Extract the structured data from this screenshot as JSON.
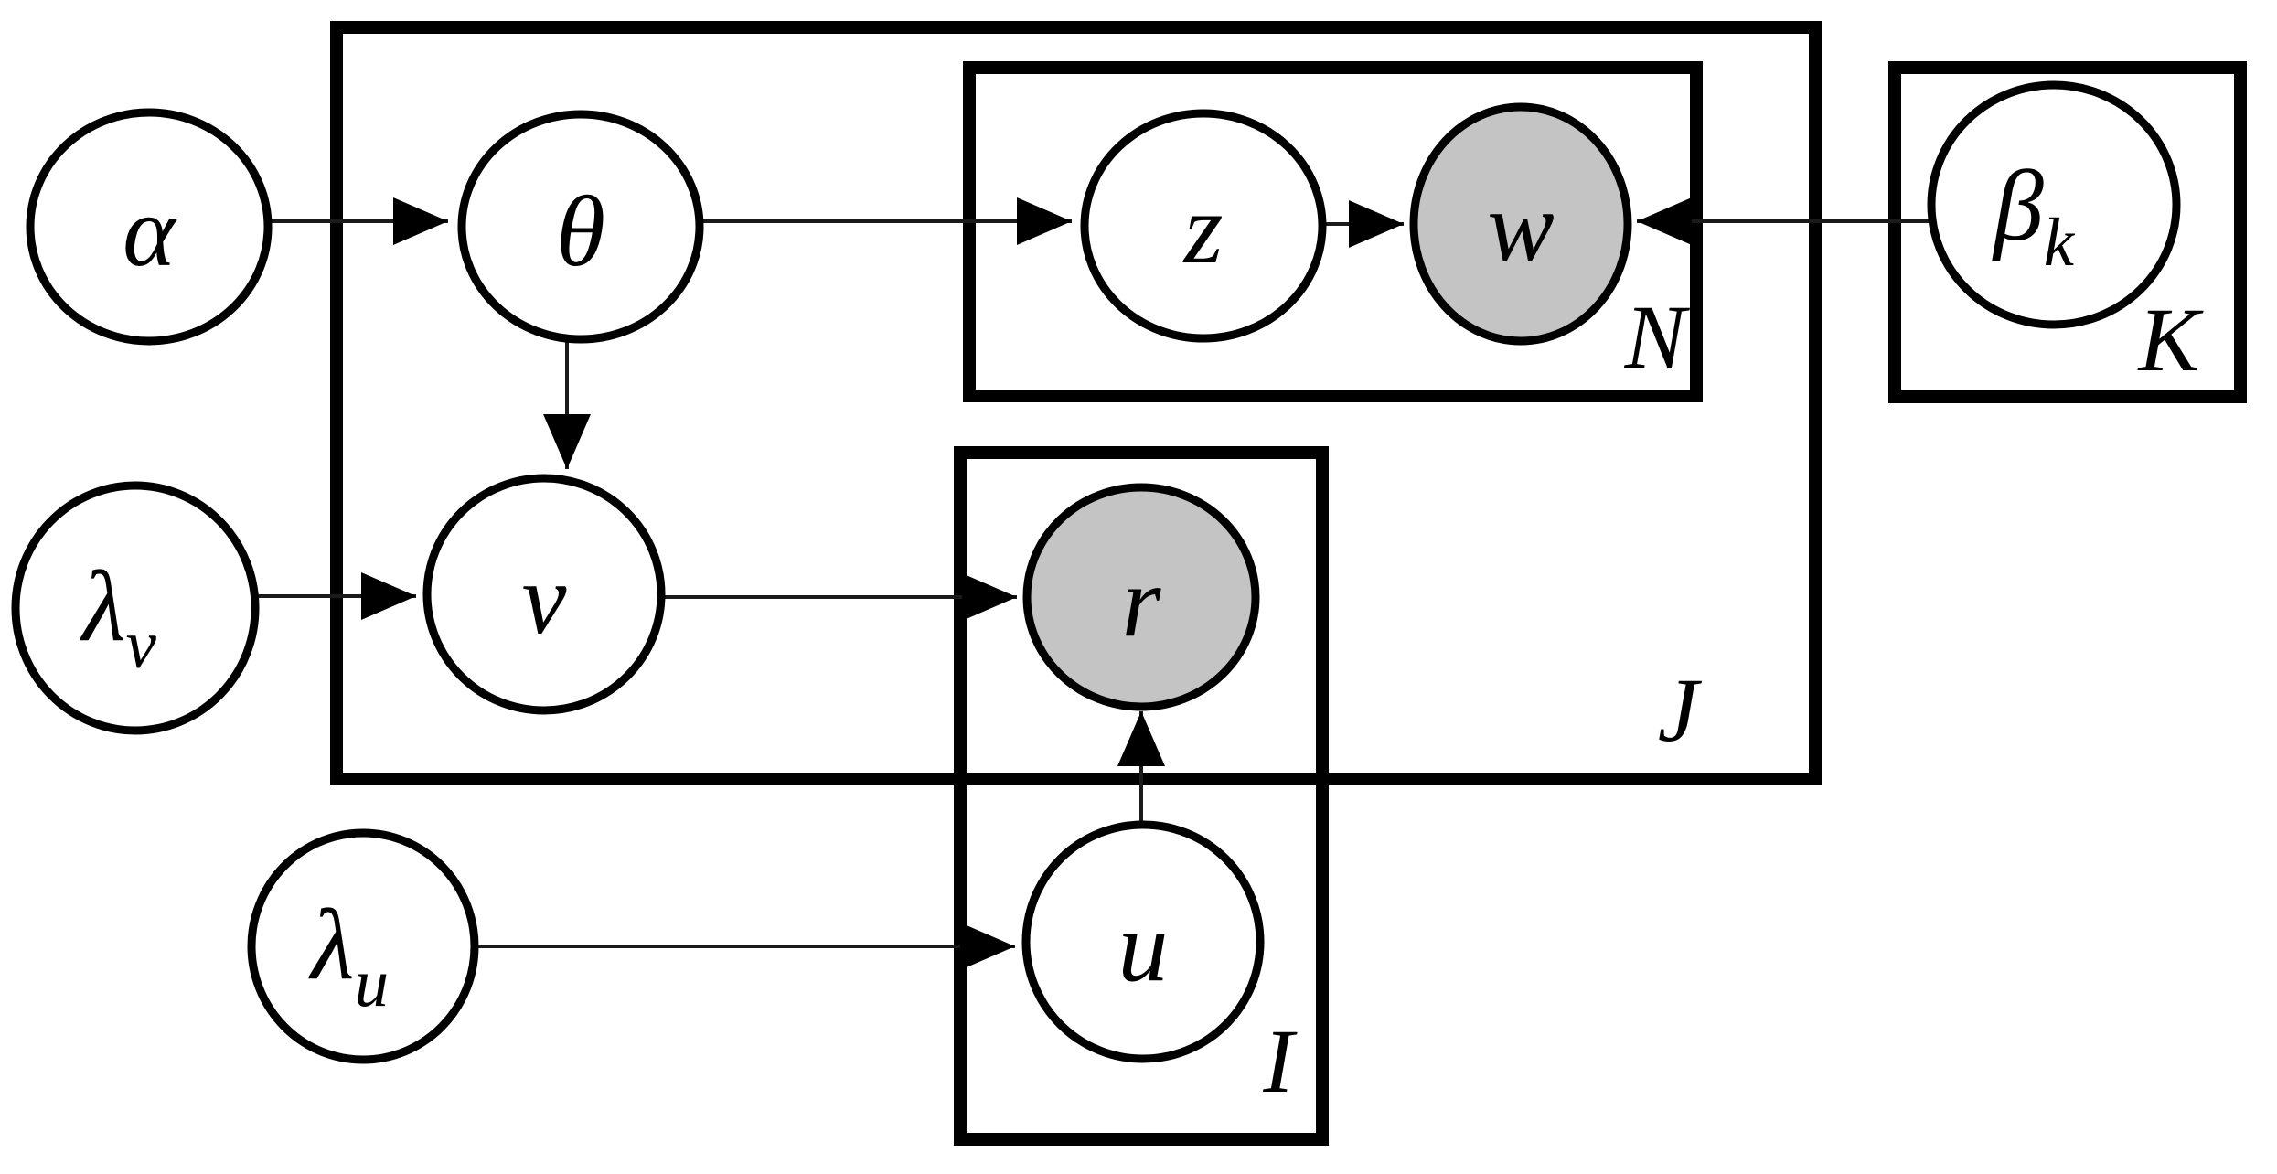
{
  "diagram": {
    "kind": "plate-notation-graphical-model",
    "background_color": "#ffffff",
    "stroke_color": "#000000",
    "observed_fill": "#c4c4c4",
    "latent_fill": "#ffffff",
    "nodes": {
      "alpha": {
        "label": "α",
        "observed": false
      },
      "theta": {
        "label": "θ",
        "observed": false
      },
      "z": {
        "label": "z",
        "observed": false
      },
      "w": {
        "label": "w",
        "observed": true
      },
      "beta_k": {
        "label": "β",
        "sub": "k",
        "observed": false
      },
      "lambda_v": {
        "label": "λ",
        "sub": "v",
        "observed": false
      },
      "v": {
        "label": "v",
        "observed": false
      },
      "r": {
        "label": "r",
        "observed": true
      },
      "lambda_u": {
        "label": "λ",
        "sub": "u",
        "observed": false
      },
      "u": {
        "label": "u",
        "observed": false
      }
    },
    "plates": {
      "J": {
        "label": "J",
        "contains": [
          "theta",
          "v",
          "z",
          "w",
          "r"
        ]
      },
      "N": {
        "label": "N",
        "contains": [
          "z",
          "w"
        ]
      },
      "K": {
        "label": "K",
        "contains": [
          "beta_k"
        ]
      },
      "I": {
        "label": "I",
        "contains": [
          "u",
          "r"
        ]
      }
    },
    "edges": [
      {
        "from": "alpha",
        "to": "theta"
      },
      {
        "from": "theta",
        "to": "z"
      },
      {
        "from": "z",
        "to": "w"
      },
      {
        "from": "beta_k",
        "to": "w"
      },
      {
        "from": "theta",
        "to": "v"
      },
      {
        "from": "lambda_v",
        "to": "v"
      },
      {
        "from": "v",
        "to": "r"
      },
      {
        "from": "u",
        "to": "r"
      },
      {
        "from": "lambda_u",
        "to": "u"
      }
    ]
  }
}
